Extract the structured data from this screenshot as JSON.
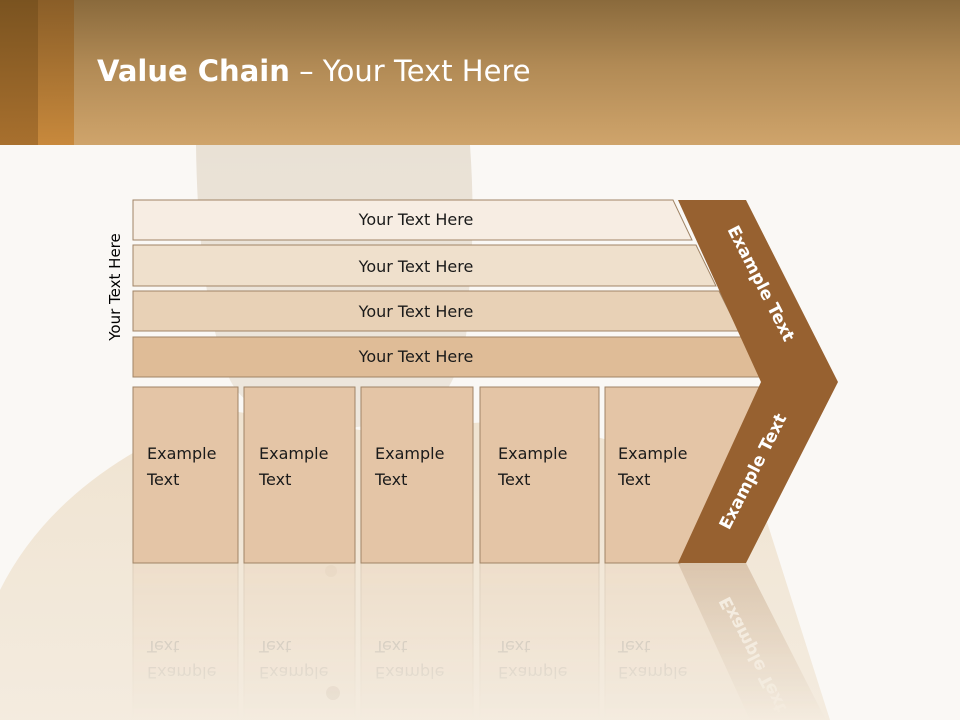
{
  "slide": {
    "title_bold": "Value Chain",
    "title_rest": " – Your Text Here",
    "side_label": "Your Text Here"
  },
  "support_activities": [
    {
      "label": "Your Text Here"
    },
    {
      "label": "Your Text Here"
    },
    {
      "label": "Your Text Here"
    },
    {
      "label": "Your Text Here"
    }
  ],
  "primary_activities": [
    {
      "line1": "Example",
      "line2": "Text"
    },
    {
      "line1": "Example",
      "line2": "Text"
    },
    {
      "line1": "Example",
      "line2": "Text"
    },
    {
      "line1": "Example",
      "line2": "Text"
    },
    {
      "line1": "Example",
      "line2": "Text"
    }
  ],
  "margin": {
    "upper_label": "Example Text",
    "lower_label": "Example Text"
  },
  "colors": {
    "header_top": "#8a6a3c",
    "header_bottom": "#cfa46b",
    "chevron": "#976130",
    "bar_1": "#f7ede3",
    "bar_2": "#efe0cc",
    "bar_3": "#e8d1b6",
    "bar_4": "#dfbc97",
    "box_fill": "#e4c5a6",
    "box_border": "#a08466"
  }
}
